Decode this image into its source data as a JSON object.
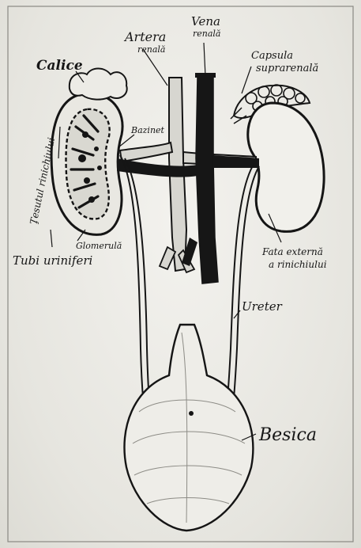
{
  "colors": {
    "ink": "#151515",
    "paper": "#ecebe6",
    "vein": "#161616",
    "artery": "#d7d6d0"
  },
  "labels": {
    "calice": "Calice",
    "artera_line1": "Artera",
    "artera_line2": "renală",
    "vena_line1": "Vena",
    "vena_line2": "renală",
    "capsula_line1": "Capsula",
    "capsula_line2": "suprarenală",
    "bazinet": "Bazinet",
    "tesutul": "Ţesutul rinichiului",
    "glomerula": "Glomerulă",
    "tubi": "Tubi uriniferi",
    "fata_line1": "Fata externă",
    "fata_line2": "a rinichiului",
    "ureter": "Ureter",
    "besica": "Besica"
  }
}
